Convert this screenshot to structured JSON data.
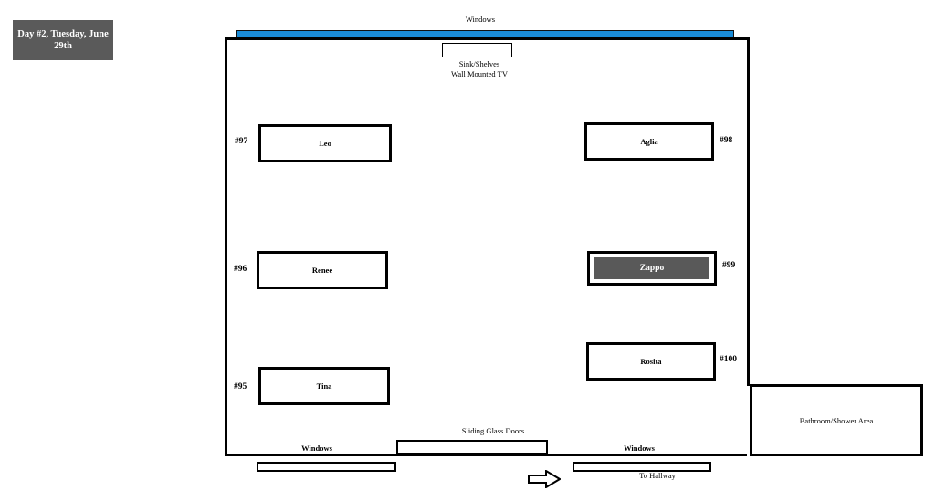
{
  "banner": {
    "text": "Day #2, Tuesday, June 29th",
    "background_color": "#5a5a5a",
    "text_color": "#ffffff"
  },
  "room": {
    "labels": {
      "windows_top": "Windows",
      "sink_shelves": "Sink/Shelves",
      "wall_mounted_tv": "Wall Mounted TV",
      "windows_bottom_left": "Windows",
      "windows_bottom_right": "Windows",
      "sliding_glass_doors": "Sliding Glass Doors",
      "to_hallway": "To Hallway",
      "bathroom_shower_area": "Bathroom/Shower Area"
    },
    "window_color": "#1a8cd8"
  },
  "beds": {
    "left_column": [
      {
        "number": "#97",
        "name": "Leo",
        "highlighted": false
      },
      {
        "number": "#96",
        "name": "Renee",
        "highlighted": false
      },
      {
        "number": "#95",
        "name": "Tina",
        "highlighted": false
      }
    ],
    "right_column": [
      {
        "number": "#98",
        "name": "Aglia",
        "highlighted": false
      },
      {
        "number": "#99",
        "name": "Zappo",
        "highlighted": true
      },
      {
        "number": "#100",
        "name": "Rosita",
        "highlighted": false
      }
    ]
  },
  "highlight": {
    "fill_color": "#595959",
    "text_color": "#ffffff"
  },
  "icons": {
    "entry_arrow": "arrow-right-icon"
  }
}
